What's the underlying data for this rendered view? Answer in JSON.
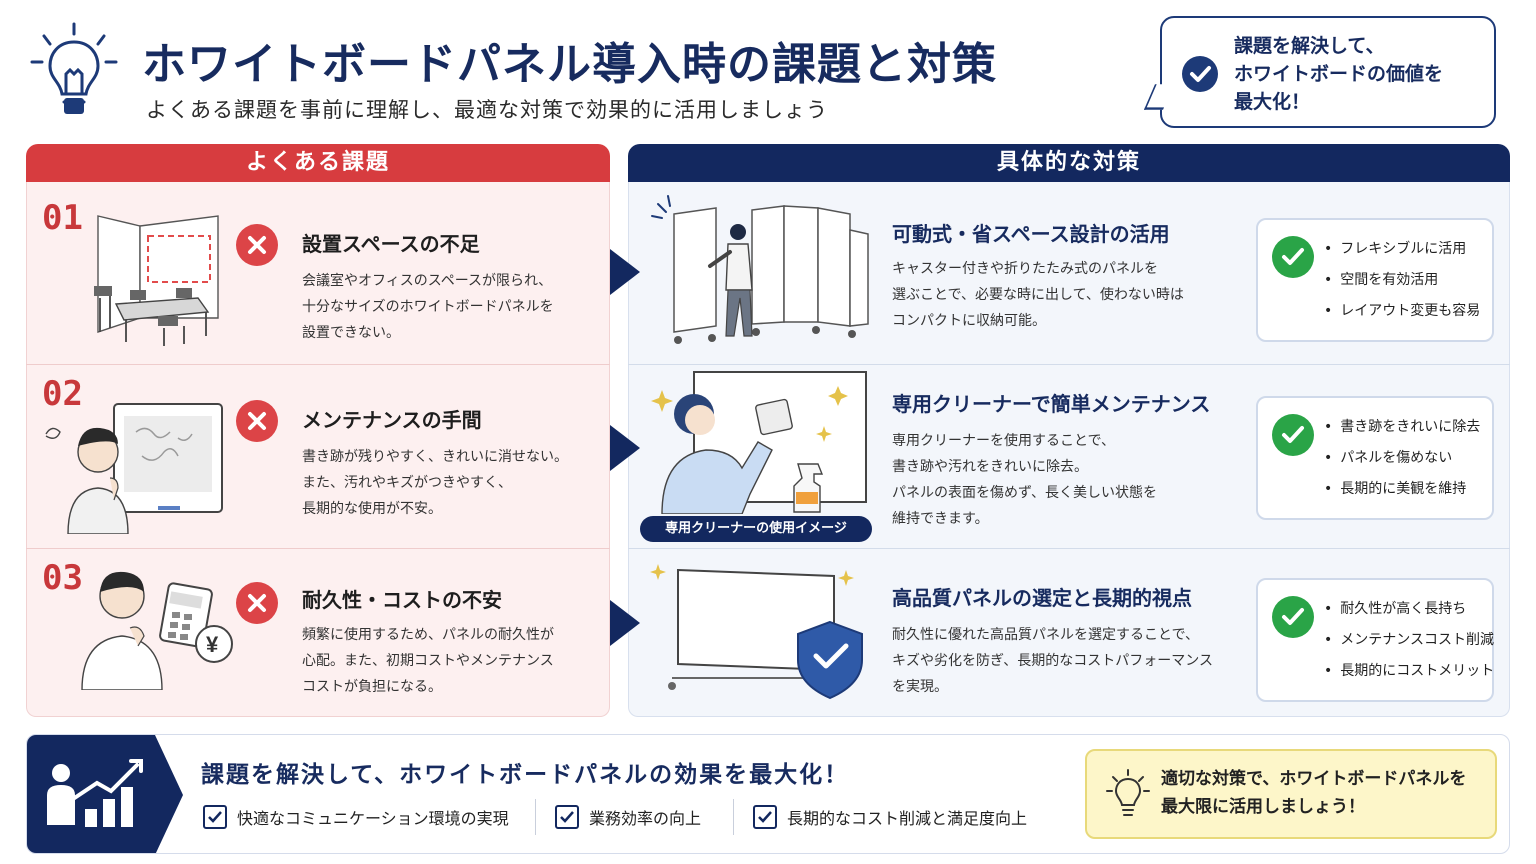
{
  "header": {
    "title": "ホワイトボードパネル導入時の課題と対策",
    "subtitle": "よくある課題を事前に理解し、最適な対策で効果的に活用しましょう",
    "callout_lines": [
      "課題を解決して、",
      "ホワイトボードの価値を",
      "最大化！"
    ]
  },
  "left_header": "よくある課題",
  "right_header": "具体的な対策",
  "issues": [
    {
      "num": "01",
      "title": "設置スペースの不足",
      "desc": [
        "会議室やオフィスのスペースが限られ、",
        "十分なサイズのホワイトボードパネルを",
        "設置できない。"
      ]
    },
    {
      "num": "02",
      "title": "メンテナンスの手間",
      "desc": [
        "書き跡が残りやすく、きれいに消せない。",
        "また、汚れやキズがつきやすく、",
        "長期的な使用が不安。"
      ]
    },
    {
      "num": "03",
      "title": "耐久性・コストの不安",
      "desc": [
        "頻繁に使用するため、パネルの耐久性が",
        "心配。また、初期コストやメンテナンス",
        "コストが負担になる。"
      ]
    }
  ],
  "solutions": [
    {
      "title": "可動式・省スペース設計の活用",
      "desc": [
        "キャスター付きや折りたたみ式のパネルを",
        "選ぶことで、必要な時に出して、使わない時は",
        "コンパクトに収納可能。"
      ],
      "benefits": [
        "フレキシブルに活用",
        "空間を有効活用",
        "レイアウト変更も容易"
      ]
    },
    {
      "title": "専用クリーナーで簡単メンテナンス",
      "desc": [
        "専用クリーナーを使用することで、",
        "書き跡や汚れをきれいに除去。",
        "パネルの表面を傷めず、長く美しい状態を",
        "維持できます。"
      ],
      "benefits": [
        "書き跡をきれいに除去",
        "パネルを傷めない",
        "長期的に美観を維持"
      ],
      "caption": "専用クリーナーの使用イメージ"
    },
    {
      "title": "高品質パネルの選定と長期的視点",
      "desc": [
        "耐久性に優れた高品質パネルを選定することで、",
        "キズや劣化を防ぎ、長期的なコストパフォーマンス",
        "を実現。"
      ],
      "benefits": [
        "耐久性が高く長持ち",
        "メンテナンスコスト削減",
        "長期的にコストメリット"
      ]
    }
  ],
  "footer": {
    "title": "課題を解決して、ホワイトボードパネルの効果を最大化！",
    "items": [
      "快適なコミュニケーション環境の実現",
      "業務効率の向上",
      "長期的なコスト削減と満足度向上"
    ],
    "tip_lines": [
      "適切な対策で、ホワイトボードパネルを",
      "最大限に活用しましょう！"
    ]
  },
  "colors": {
    "navy": "#13285f",
    "red": "#d73c3f",
    "green": "#2aa447",
    "yellow": "#fdf6c9"
  },
  "icons": [
    "lightbulb-icon",
    "check-circle-icon",
    "x-circle-icon",
    "arrow-right-icon",
    "growth-chart-icon",
    "checkbox-icon"
  ]
}
